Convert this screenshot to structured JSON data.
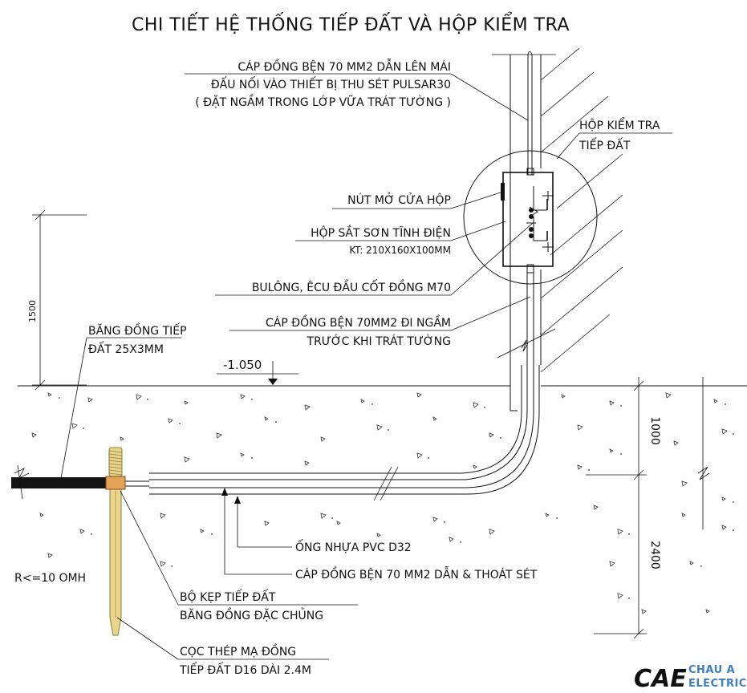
{
  "title": "CHI TIẾT HỆ THỐNG TIẾP ĐẤT VÀ HỘP KIỂM TRA",
  "labels": {
    "cable_roof_1": "CÁP ĐỒNG BỆN 70 MM2 DẪN LÊN MÁI",
    "cable_roof_2": "ĐẤU NỐI VÀO THIẾT BỊ THU SÉT PULSAR30",
    "cable_roof_3": "( ĐẶT NGẦM TRONG LỚP VỮA TRÁT TƯỜNG )",
    "test_box_1": "HỘP KIỂM TRA",
    "test_box_2": "TIẾP ĐẤT",
    "door_knob": "NÚT MỞ CỬA HỘP",
    "steel_box_1": "HỘP SẮT SƠN TĨNH ĐIỆN",
    "steel_box_2": "KT: 210X160X100MM",
    "bolt_nut": "BULÔNG, ÊCU ĐẦU CỐT ĐỒNG M70",
    "cable_wall_1": "CÁP ĐỒNG BỆN 70MM2 ĐI NGẦM",
    "cable_wall_2": "TRƯỚC KHI TRÁT TƯỜNG",
    "copper_tape_1": "BĂNG ĐỒNG TIẾP",
    "copper_tape_2": "ĐẤT 25X3MM",
    "pvc_pipe": "ỐNG NHỰA PVC D32",
    "cable_down": "CÁP ĐỒNG BỆN 70 MM2 DẪN & THOÁT SÉT",
    "clamp_1": "BỘ KẸP TIẾP ĐẤT",
    "clamp_2": "BĂNG ĐỒNG ĐẶC CHỦNG",
    "rod_1": "CỌC THÉP MẠ ĐỒNG",
    "rod_2": "TIẾP ĐẤT D16 DÀI 2.4M",
    "resistance": "R<=10 OMH"
  },
  "dimensions": {
    "height_box": "1500",
    "elevation": "-1.050",
    "depth_upper": "1000",
    "depth_lower": "2400"
  },
  "logo": {
    "mark": "CAE",
    "line1": "CHAU A",
    "line2": "ELECTRIC",
    "color": "#3f7fc1",
    "accent": "#e8452c"
  },
  "colors": {
    "rod": "#e9d68a",
    "rod_outline": "#8a7a3a",
    "clamp": "#e4a458",
    "tape": "#141414"
  }
}
